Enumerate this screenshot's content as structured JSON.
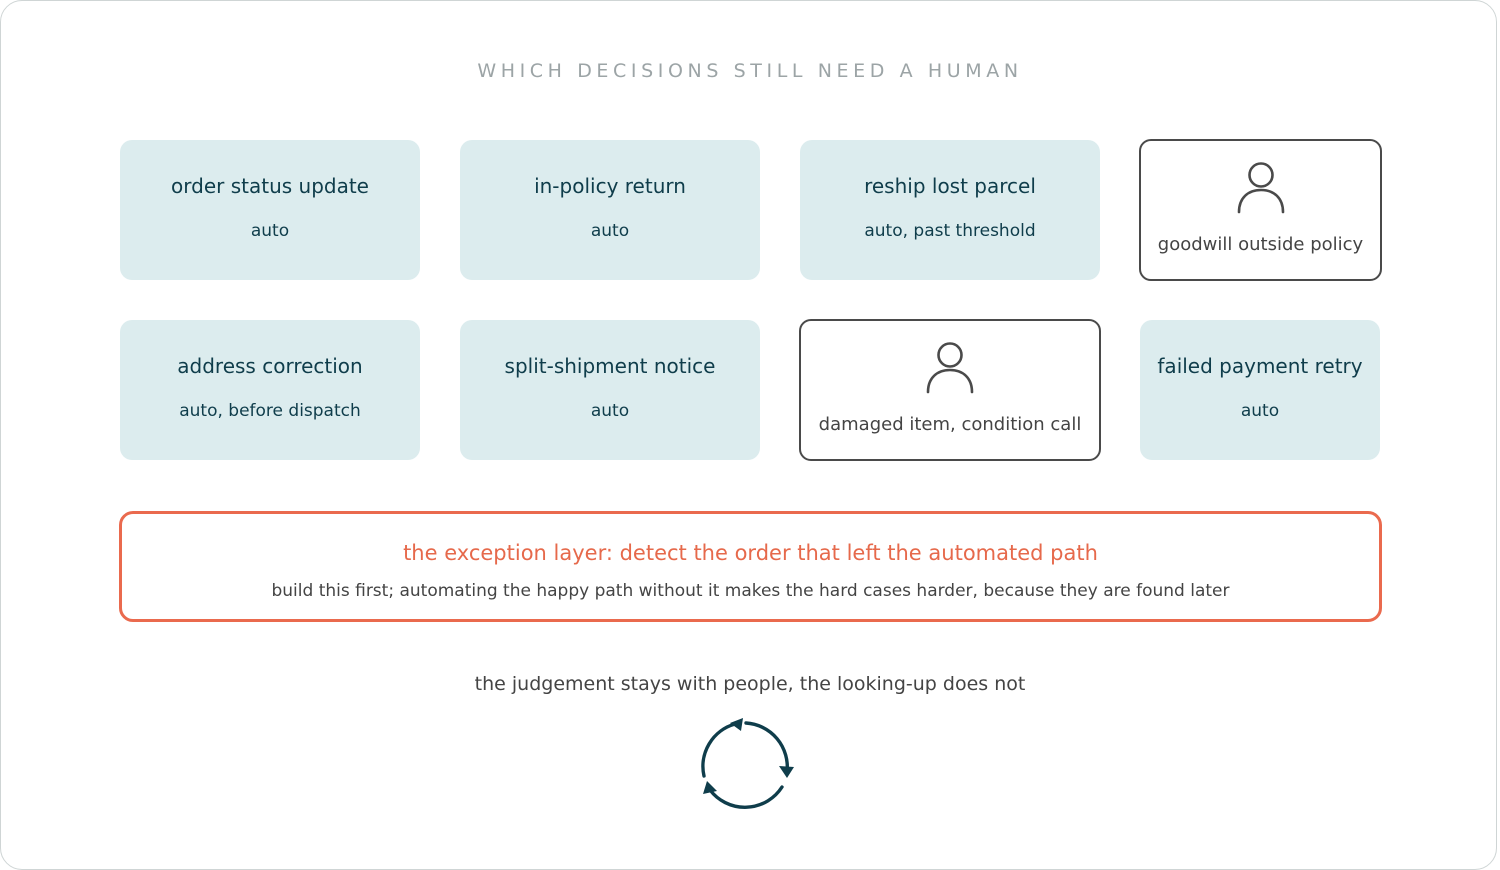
{
  "title": "WHICH DECISIONS STILL NEED A HUMAN",
  "row1": [
    {
      "label": "order status update",
      "sub": "auto",
      "kind": "auto"
    },
    {
      "label": "in-policy return",
      "sub": "auto",
      "kind": "auto"
    },
    {
      "label": "reship lost parcel",
      "sub": "auto, past threshold",
      "kind": "auto"
    },
    {
      "label": "goodwill outside policy",
      "kind": "human",
      "icon": "person-icon"
    }
  ],
  "row2": [
    {
      "label": "address correction",
      "sub": "auto, before dispatch",
      "kind": "auto"
    },
    {
      "label": "split-shipment notice",
      "sub": "auto",
      "kind": "auto"
    },
    {
      "label": "damaged item, condition call",
      "kind": "human",
      "icon": "person-icon"
    },
    {
      "label": "failed payment retry",
      "sub": "auto",
      "kind": "auto"
    }
  ],
  "exception": {
    "headline": "the exception layer: detect the order that left the automated path",
    "body": "build this first; automating the happy path without it makes the hard cases harder, because they are found later"
  },
  "footer": "the judgement stays with people, the looking-up does not",
  "icons": {
    "human": "person-icon",
    "footer": "cycle-arrows-icon"
  },
  "colors": {
    "auto_fill": "#dcecee",
    "auto_text": "#0f3d4b",
    "human_border": "#4a4a4a",
    "exception_accent": "#ea6a4e",
    "title_text": "#9ca4a6",
    "body_text": "#444444",
    "cycle_icon": "#0f3d4b"
  }
}
